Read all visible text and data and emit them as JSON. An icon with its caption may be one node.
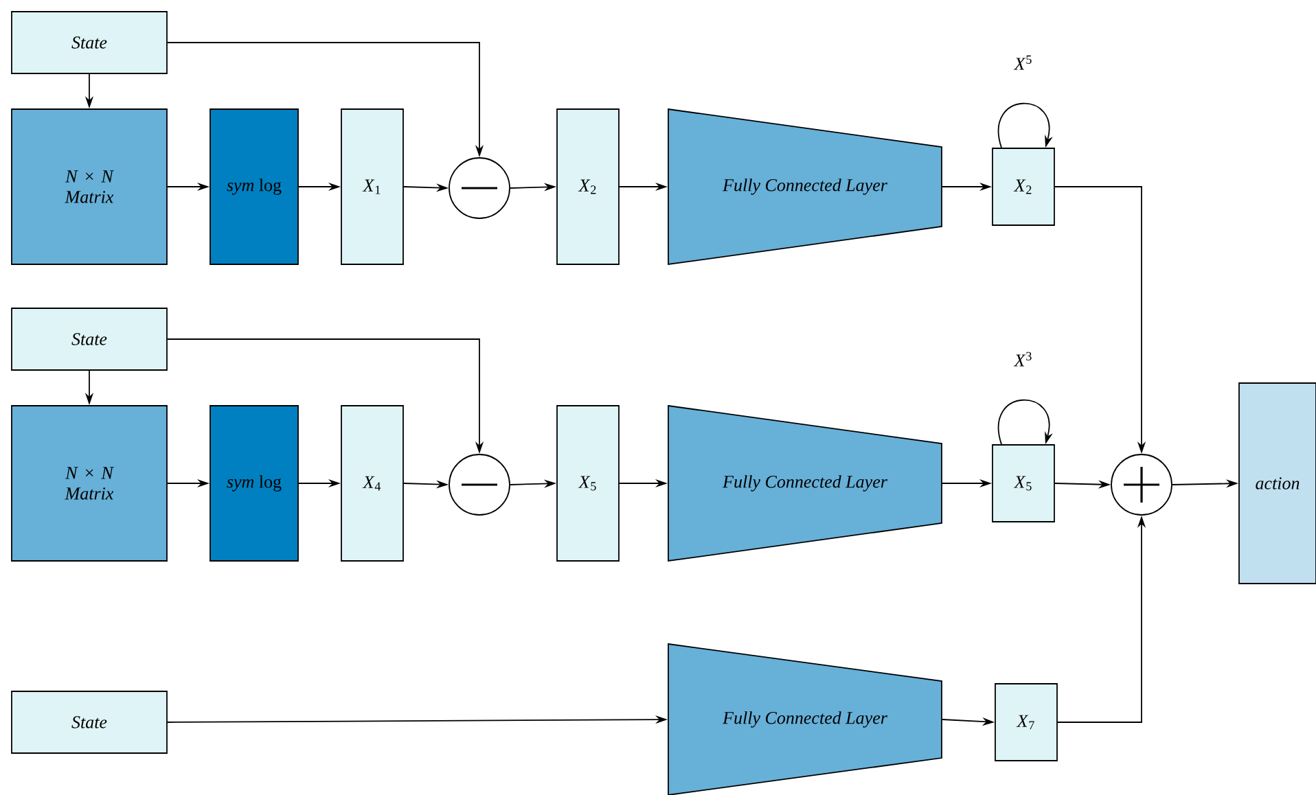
{
  "diagram": {
    "nodes": [
      {
        "text": [
          "State"
        ]
      },
      {
        "text": [
          "N × N Matrix"
        ]
      },
      {
        "text": [
          "*sym* log"
        ]
      },
      {
        "text": [
          "*X*$_{1}$"
        ]
      },
      {
        "text": [],
        "shape": "circle"
      },
      {
        "text": [
          "*X*$_{2}$"
        ]
      },
      {
        "text": [
          "Fully Connected Layer"
        ]
      },
      {
        "text": [
          "*X*$_{2}$"
        ]
      },
      {
        "text": [
          "State"
        ]
      },
      {
        "text": [
          "N × N Matrix"
        ]
      },
      {
        "text": [
          "*sym* log"
        ]
      },
      {
        "text": [
          "*X*$_{4}$"
        ]
      },
      {
        "text": [],
        "shape": "circle"
      },
      {
        "text": [
          "*X*$_{5}$"
        ]
      },
      {
        "text": [
          "Fully Connected Layer"
        ]
      },
      {
        "text": [
          "*X*$_{5}$"
        ]
      },
      {
        "text": [
          "State"
        ]
      },
      {
        "text": [
          "Fully Connected Layer"
        ]
      },
      {
        "text": [
          "*X*$_{7}$"
        ]
      },
      {
        "text": [],
        "shape": "circle"
      },
      {
        "text": [
          "action"
        ]
      }
    ],
    "edges": [
      {
        "from": 0,
        "to": 1,
        "arrow": "to"
      },
      {
        "from": 1,
        "to": 2,
        "arrow": "to"
      },
      {
        "from": 2,
        "to": 3,
        "arrow": "to"
      },
      {
        "from": 3,
        "to": 4,
        "arrow": "to"
      },
      {
        "from": 0,
        "to": 4,
        "arrow": "to"
      },
      {
        "from": 4,
        "to": 5,
        "arrow": "to"
      },
      {
        "from": 5,
        "to": 6,
        "arrow": "to"
      },
      {
        "from": 6,
        "to": 7,
        "arrow": "to"
      },
      {
        "from": 7,
        "to": 7,
        "arrow": "to",
        "label": "*X*$^{5}$"
      },
      {
        "from": 7,
        "to": 19,
        "arrow": "to"
      },
      {
        "from": 8,
        "to": 9,
        "arrow": "to"
      },
      {
        "from": 9,
        "to": 10,
        "arrow": "to"
      },
      {
        "from": 10,
        "to": 11,
        "arrow": "to"
      },
      {
        "from": 11,
        "to": 12,
        "arrow": "to"
      },
      {
        "from": 8,
        "to": 12,
        "arrow": "to"
      },
      {
        "from": 12,
        "to": 13,
        "arrow": "to"
      },
      {
        "from": 13,
        "to": 14,
        "arrow": "to"
      },
      {
        "from": 14,
        "to": 15,
        "arrow": "to"
      },
      {
        "from": 15,
        "to": 15,
        "arrow": "to",
        "label": "*X*$^{3}$"
      },
      {
        "from": 15,
        "to": 19,
        "arrow": "to"
      },
      {
        "from": 16,
        "to": 17,
        "arrow": "to"
      },
      {
        "from": 17,
        "to": 18,
        "arrow": "to"
      },
      {
        "from": 18,
        "to": 19,
        "arrow": "to"
      },
      {
        "from": 19,
        "to": 20,
        "arrow": "to"
      }
    ]
  }
}
